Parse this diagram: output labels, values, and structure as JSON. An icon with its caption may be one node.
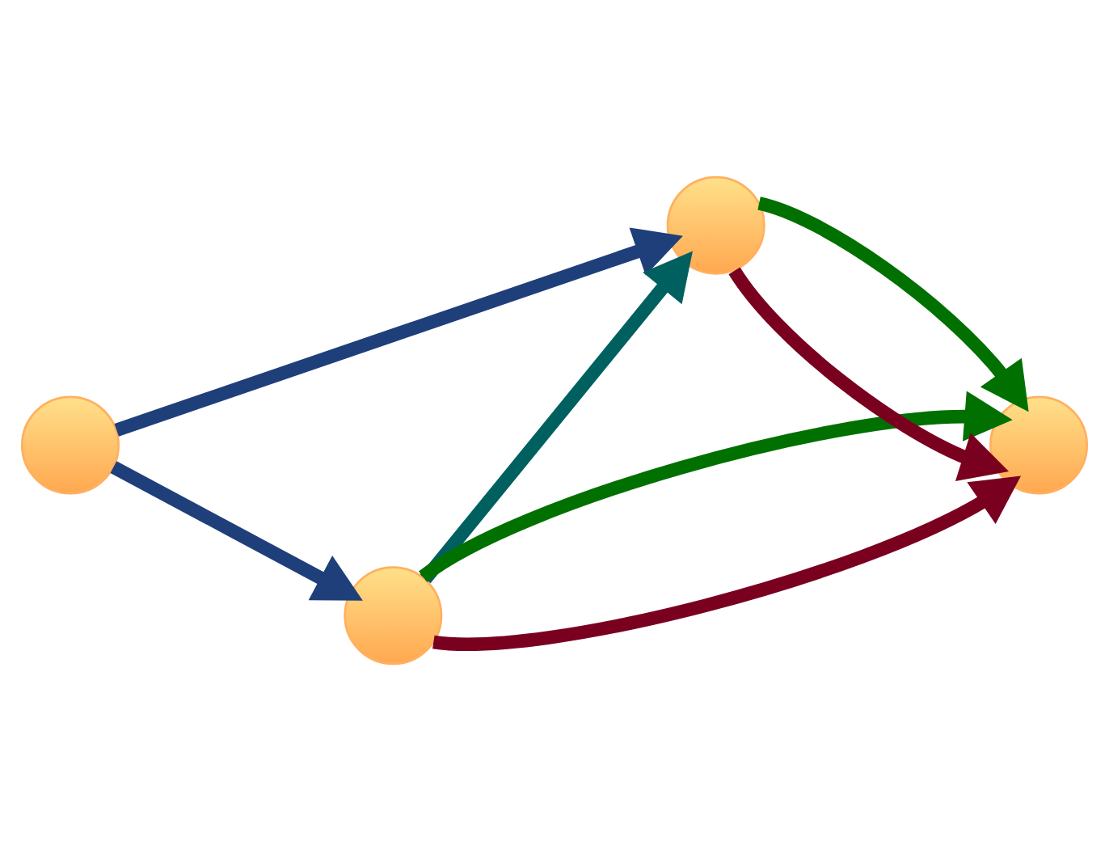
{
  "diagram": {
    "nodes": [
      {
        "text": [],
        "shape": "circle"
      },
      {
        "text": [],
        "shape": "circle"
      },
      {
        "text": [],
        "shape": "circle"
      },
      {
        "text": [],
        "shape": "circle"
      }
    ],
    "edges": [
      {
        "from": 0,
        "to": 2,
        "arrow": "to",
        "color": "#1f3f7a"
      },
      {
        "from": 0,
        "to": 1,
        "arrow": "to",
        "color": "#1f3f7a"
      },
      {
        "from": 1,
        "to": 2,
        "arrow": "to",
        "color": "#006060"
      },
      {
        "from": 2,
        "to": 3,
        "arrow": "to",
        "color": "#7a0020"
      },
      {
        "from": 1,
        "to": 3,
        "arrow": "to",
        "color": "#7a0020"
      },
      {
        "from": 2,
        "to": 3,
        "arrow": "to",
        "color": "#007000"
      },
      {
        "from": 1,
        "to": 3,
        "arrow": "to",
        "color": "#007000"
      }
    ]
  }
}
